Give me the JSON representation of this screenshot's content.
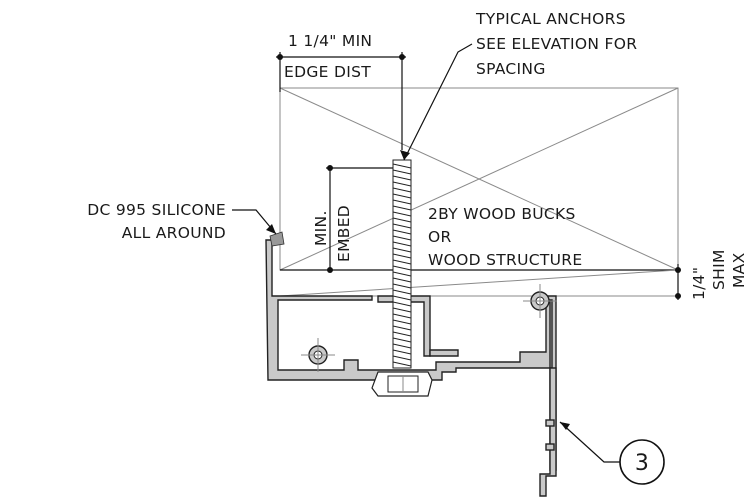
{
  "labels": {
    "edge_distance_line1": "1 1/4\" MIN",
    "edge_distance_line2": "EDGE DIST",
    "anchor_line1": "TYPICAL ANCHORS",
    "anchor_line2": "SEE ELEVATION FOR",
    "anchor_line3": "SPACING",
    "silicone_line1": "DC 995 SILICONE",
    "silicone_line2": "ALL AROUND",
    "embed_line1": "MIN.",
    "embed_line2": "EMBED",
    "bucks_line1": "2BY WOOD BUCKS",
    "bucks_line2": "OR",
    "bucks_line3": "WOOD STRUCTURE",
    "shim_line1": "1/4\"",
    "shim_line2": "SHIM",
    "shim_line3": "MAX",
    "callout_number": "3"
  },
  "colors": {
    "ink": "#111111",
    "aluminum_fill": "#c9c9c9",
    "wood_outline": "#8a8a8a"
  }
}
